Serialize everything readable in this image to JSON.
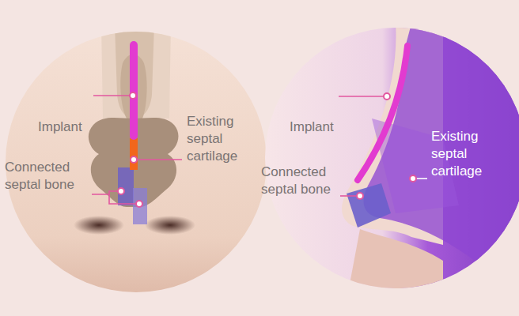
{
  "diagram": {
    "labels": [
      "Implant",
      "Existing septal cartilage",
      "Connected septal bone",
      "Implant",
      "Connected septal bone",
      "Existing septal cartilage"
    ]
  }
}
